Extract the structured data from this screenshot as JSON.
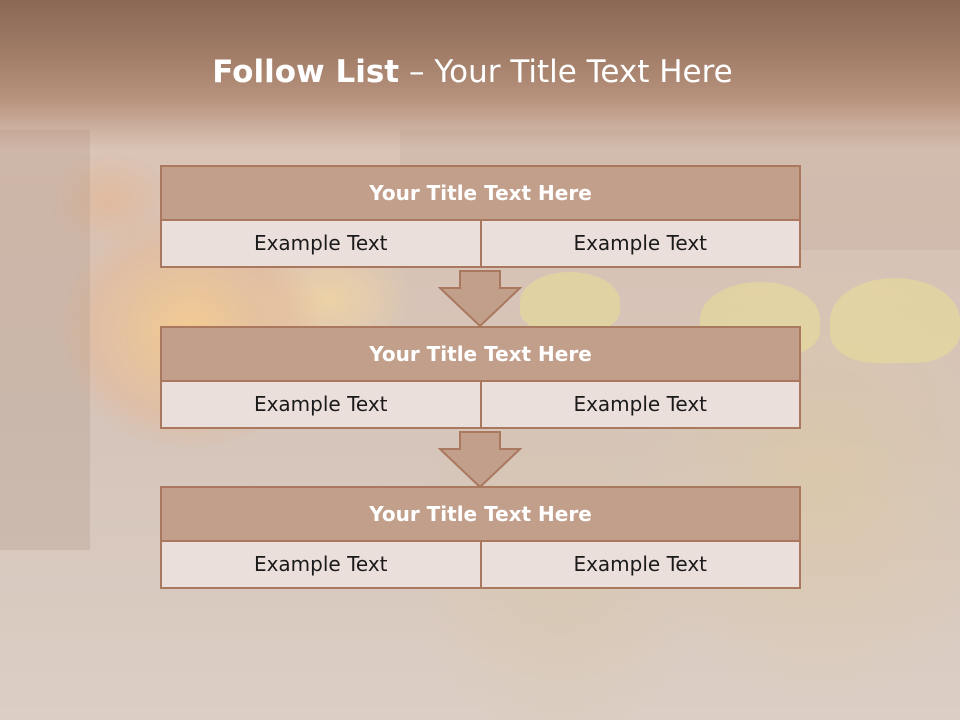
{
  "title": {
    "bold": "Follow List",
    "rest": " – Your Title Text Here"
  },
  "blocks": [
    {
      "title": "Your Title Text Here",
      "left": "Example Text",
      "right": "Example Text"
    },
    {
      "title": "Your Title Text Here",
      "left": "Example Text",
      "right": "Example Text"
    },
    {
      "title": "Your Title Text Here",
      "left": "Example Text",
      "right": "Example Text"
    }
  ],
  "colors": {
    "header": "#8a6854",
    "block_title": "#c29f8b",
    "block_border": "#a9785f",
    "cell_fill": "#ebdfdc",
    "arrow_fill": "#c29f8b"
  }
}
